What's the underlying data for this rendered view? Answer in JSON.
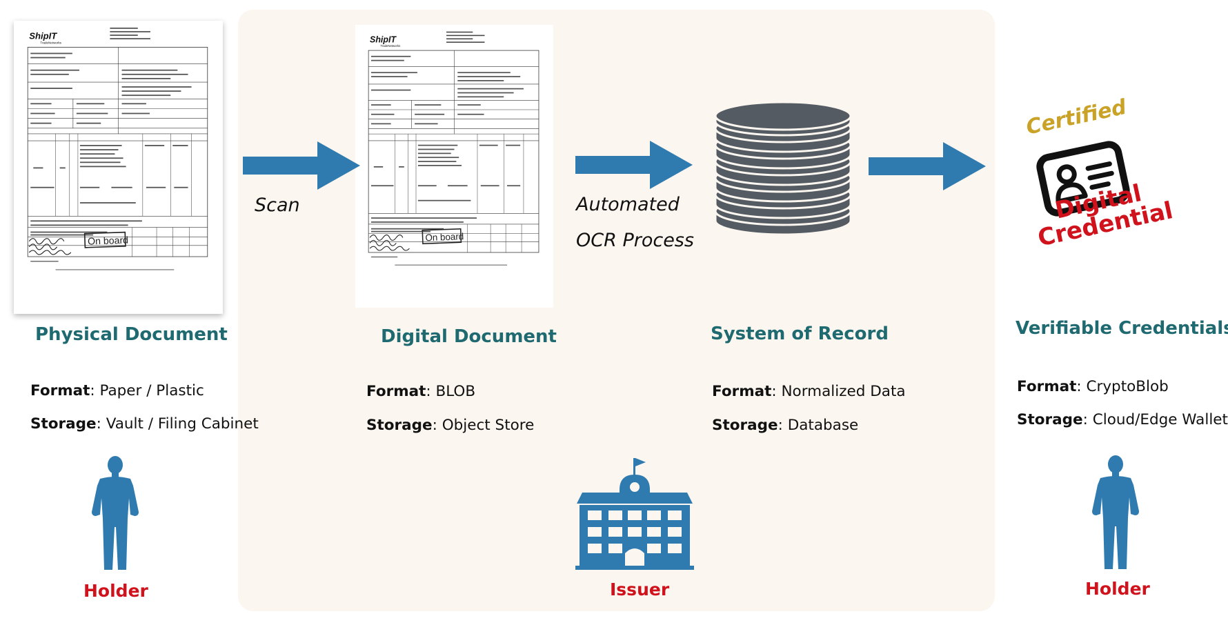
{
  "colors": {
    "panel": "#fbf6f0",
    "arrow": "#2f7bb0",
    "title": "#1f6a70",
    "role": "#d0121c",
    "person": "#2f7bb0",
    "database": "#555b62",
    "certified": "#c9a227"
  },
  "stages": [
    {
      "title": "Physical Document",
      "format_label": "Format",
      "format_value": ": Paper / Plastic",
      "storage_label": "Storage",
      "storage_value": ": Vault / Filing Cabinet"
    },
    {
      "title": "Digital Document",
      "format_label": "Format",
      "format_value": ": BLOB",
      "storage_label": "Storage",
      "storage_value": ": Object Store"
    },
    {
      "title": "System of Record",
      "format_label": "Format",
      "format_value": ": Normalized Data",
      "storage_label": "Storage",
      "storage_value": ": Database"
    },
    {
      "title": "Verifiable Credentials",
      "format_label": "Format",
      "format_value": ": CryptoBlob",
      "storage_label": "Storage",
      "storage_value": ": Cloud/Edge Wallets"
    }
  ],
  "arrows": [
    {
      "label_line1": "Scan",
      "label_line2": ""
    },
    {
      "label_line1": "Automated",
      "label_line2": "OCR Process"
    },
    {
      "label_line1": "",
      "label_line2": ""
    }
  ],
  "roles": {
    "left": "Holder",
    "center": "Issuer",
    "right": "Holder"
  },
  "document": {
    "brand": "ShipIT",
    "brand_sub": "TradeNetworks",
    "stamp": "On board"
  },
  "credential": {
    "line1": "Certified",
    "line2": "Digital",
    "line3": "Credential"
  },
  "icons": {
    "person": "person-silhouette-icon",
    "school": "school-building-icon",
    "database": "database-stack-icon",
    "credential": "id-card-icon"
  }
}
